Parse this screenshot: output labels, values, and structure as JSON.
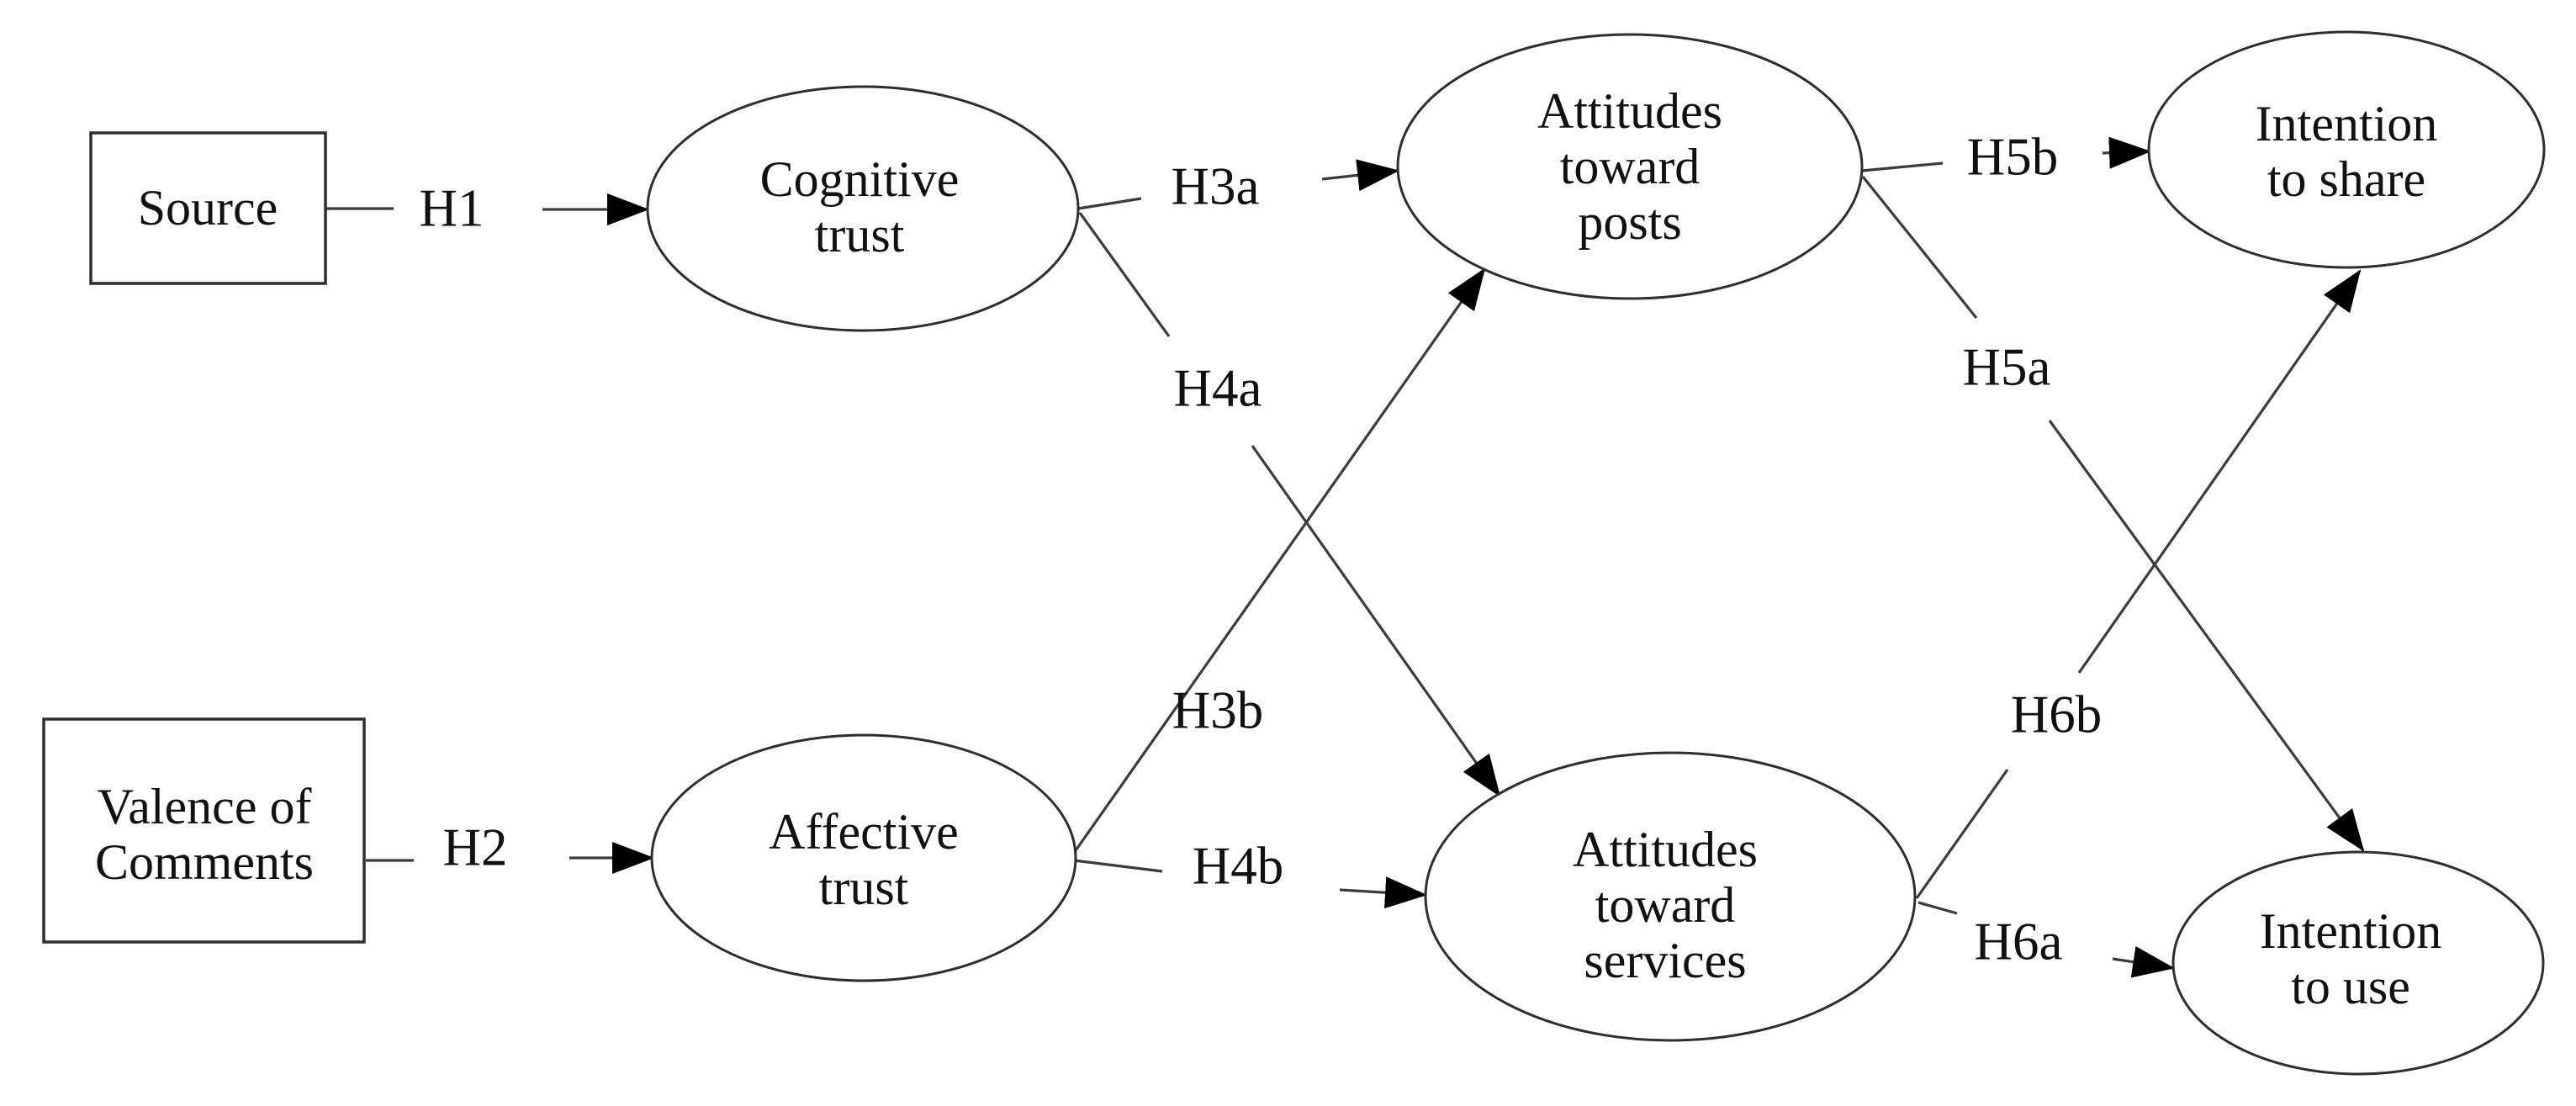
{
  "figure": {
    "background_color": "#ffffff",
    "line_color": "#3c3c3c",
    "text_color": "#111111",
    "nodes": {
      "source": {
        "shape": "rectangle",
        "lines": [
          "Source"
        ]
      },
      "valence_of_comments": {
        "shape": "rectangle",
        "lines": [
          "Valence of",
          "Comments"
        ]
      },
      "cognitive_trust": {
        "shape": "ellipse",
        "lines": [
          "Cognitive",
          "trust"
        ]
      },
      "affective_trust": {
        "shape": "ellipse",
        "lines": [
          "Affective",
          "trust"
        ]
      },
      "attitudes_toward_posts": {
        "shape": "ellipse",
        "lines": [
          "Attitudes",
          "toward",
          "posts"
        ]
      },
      "attitudes_toward_services": {
        "shape": "ellipse",
        "lines": [
          "Attitudes",
          "toward",
          "services"
        ]
      },
      "intention_to_share": {
        "shape": "ellipse",
        "lines": [
          "Intention",
          "to share"
        ]
      },
      "intention_to_use": {
        "shape": "ellipse",
        "lines": [
          "Intention",
          "to use"
        ]
      }
    },
    "edges": {
      "h1": {
        "label": "H1",
        "from": "source",
        "to": "cognitive_trust"
      },
      "h2": {
        "label": "H2",
        "from": "valence_of_comments",
        "to": "affective_trust"
      },
      "h3a": {
        "label": "H3a",
        "from": "cognitive_trust",
        "to": "attitudes_toward_posts"
      },
      "h3b": {
        "label": "H3b",
        "from": "affective_trust",
        "to": "attitudes_toward_posts"
      },
      "h4a": {
        "label": "H4a",
        "from": "cognitive_trust",
        "to": "attitudes_toward_services"
      },
      "h4b": {
        "label": "H4b",
        "from": "affective_trust",
        "to": "attitudes_toward_services"
      },
      "h5a": {
        "label": "H5a",
        "from": "attitudes_toward_posts",
        "to": "intention_to_use"
      },
      "h5b": {
        "label": "H5b",
        "from": "attitudes_toward_posts",
        "to": "intention_to_share"
      },
      "h6a": {
        "label": "H6a",
        "from": "attitudes_toward_services",
        "to": "intention_to_use"
      },
      "h6b": {
        "label": "H6b",
        "from": "attitudes_toward_services",
        "to": "intention_to_share"
      }
    }
  }
}
